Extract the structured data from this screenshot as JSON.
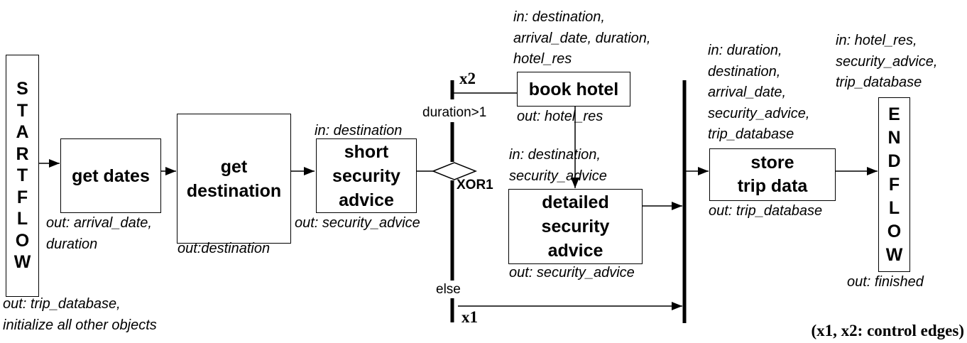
{
  "start": {
    "letters": [
      "S",
      "T",
      "A",
      "R",
      "T",
      "F",
      "L",
      "O",
      "W"
    ],
    "out": [
      "out: trip_database,",
      "initialize all other objects"
    ]
  },
  "get_dates": {
    "label": "get dates",
    "out": [
      "out: arrival_date,",
      "duration"
    ]
  },
  "get_destination": {
    "label": [
      "get",
      "destination"
    ],
    "out": "out:destination"
  },
  "short_advice": {
    "label": [
      "short",
      "security",
      "advice"
    ],
    "in": "in: destination",
    "out": "out: security_advice"
  },
  "xor": {
    "label": "XOR1",
    "cond_true": "duration>1",
    "cond_else": "else",
    "edge_top": "x2",
    "edge_bottom": "x1"
  },
  "book_hotel": {
    "label": "book hotel",
    "in": [
      "in: destination,",
      "arrival_date, duration,",
      "hotel_res"
    ],
    "out": "out: hotel_res"
  },
  "detailed_advice": {
    "label": [
      "detailed",
      "security",
      "advice"
    ],
    "in": [
      "in: destination,",
      "security_advice"
    ],
    "out": "out: security_advice"
  },
  "store": {
    "label": [
      "store",
      "trip data"
    ],
    "in": [
      "in: duration,",
      "destination,",
      "arrival_date,",
      "security_advice,",
      "trip_database"
    ],
    "out": "out: trip_database"
  },
  "end": {
    "letters": [
      "E",
      "N",
      "D",
      "F",
      "L",
      "O",
      "W"
    ],
    "in": [
      "in: hotel_res,",
      "security_advice,",
      "trip_database"
    ],
    "out": "out: finished"
  },
  "legend": "(x1, x2: control edges)"
}
